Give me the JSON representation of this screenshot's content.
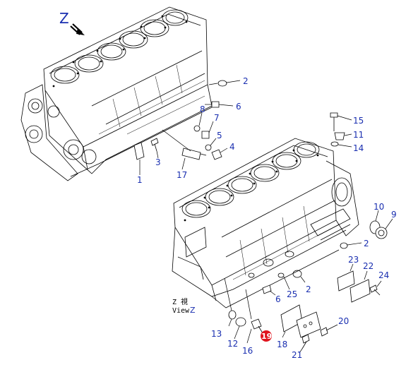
{
  "view_marker": {
    "letter": "Z"
  },
  "view_caption": {
    "line1": "Z 視",
    "line2_prefix": "View",
    "line2_letter": "Z"
  },
  "highlight_color": "#e0141e",
  "callout_color": "#1a2fb0",
  "callouts": [
    {
      "id": "c2a",
      "text": "2"
    },
    {
      "id": "c6a",
      "text": "6"
    },
    {
      "id": "c8",
      "text": "8"
    },
    {
      "id": "c7",
      "text": "7"
    },
    {
      "id": "c5",
      "text": "5"
    },
    {
      "id": "c4",
      "text": "4"
    },
    {
      "id": "c3",
      "text": "3"
    },
    {
      "id": "c1",
      "text": "1"
    },
    {
      "id": "c17",
      "text": "17"
    },
    {
      "id": "c15",
      "text": "15"
    },
    {
      "id": "c11",
      "text": "11"
    },
    {
      "id": "c14",
      "text": "14"
    },
    {
      "id": "c10",
      "text": "10"
    },
    {
      "id": "c9",
      "text": "9"
    },
    {
      "id": "c2b",
      "text": "2"
    },
    {
      "id": "c23",
      "text": "23"
    },
    {
      "id": "c22",
      "text": "22"
    },
    {
      "id": "c24",
      "text": "24"
    },
    {
      "id": "c25",
      "text": "25"
    },
    {
      "id": "c2c",
      "text": "2"
    },
    {
      "id": "c6b",
      "text": "6"
    },
    {
      "id": "c20",
      "text": "20"
    },
    {
      "id": "c13",
      "text": "13"
    },
    {
      "id": "c12",
      "text": "12"
    },
    {
      "id": "c16",
      "text": "16"
    },
    {
      "id": "c19",
      "text": "19",
      "highlighted": true
    },
    {
      "id": "c18",
      "text": "18"
    },
    {
      "id": "c21",
      "text": "21"
    }
  ]
}
